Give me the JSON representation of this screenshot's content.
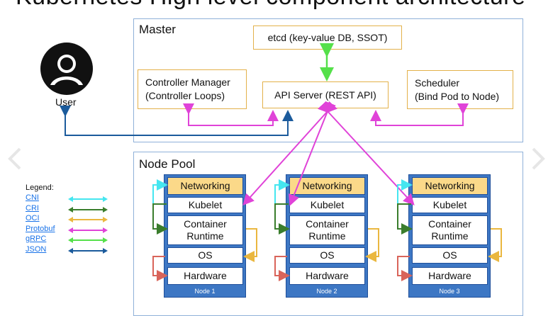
{
  "top_title_cut": "Kubernetes High level component architecture",
  "master": {
    "title": "Master",
    "etcd": "etcd (key-value DB, SSOT)",
    "controller_manager": [
      "Controller Manager",
      "(Controller Loops)"
    ],
    "api_server": "API Server (REST API)",
    "scheduler": [
      "Scheduler",
      "(Bind Pod to Node)"
    ]
  },
  "user": {
    "label": "User",
    "icon": "user-avatar-icon"
  },
  "node_pool": {
    "title": "Node Pool",
    "layers": {
      "networking": "Networking",
      "kubelet": "Kubelet",
      "runtime": [
        "Container",
        "Runtime"
      ],
      "os": "OS",
      "hardware": "Hardware"
    },
    "nodes": [
      "Node 1",
      "Node 2",
      "Node 3"
    ]
  },
  "legend": {
    "title": "Legend:",
    "items": [
      {
        "label": "CNI",
        "color": "#45e6f0"
      },
      {
        "label": "CRI",
        "color": "#3a7d2c"
      },
      {
        "label": "OCI",
        "color": "#eab73f"
      },
      {
        "label": "Protobuf",
        "color": "#e043d8"
      },
      {
        "label": "gRPC",
        "color": "#55e04a"
      },
      {
        "label": "JSON",
        "color": "#1b5b9c"
      }
    ]
  },
  "colors": {
    "panel_border": "#8fb1d9",
    "box_border": "#e3b14a",
    "node_fill": "#3d77c4",
    "networking_fill": "#fbd989",
    "protobuf": "#e043d8",
    "grpc": "#55e04a",
    "json": "#1b5b9c"
  }
}
